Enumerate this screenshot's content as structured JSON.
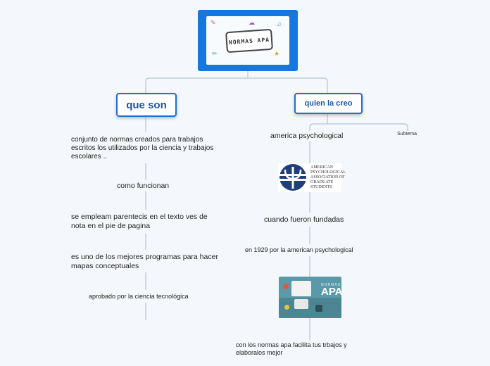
{
  "root": {
    "image_text": "NORMAS APA",
    "image_name": "normas-apa-illustration"
  },
  "left": {
    "title": "que son",
    "items": [
      "conjunto de normas creados para trabajos escritos los utilizados por la ciencia y trabajos escolares ..",
      "como funcionan",
      "se empleam parentecis en el texto ves de nota en el pie de pagina",
      "es uno de los mejores programas para hacer mapas conceptuales",
      "aprobado por la ciencia tecnológica"
    ]
  },
  "right": {
    "title": "quien la creo",
    "subtema": "Subtema",
    "items": [
      "america psychological",
      "cuando fueron fundadas",
      "en 1929 por la american psychological",
      "con los normas apa facilita tus trbajos y elaboralos mejor"
    ],
    "logo_lines": [
      "AMERICAN",
      "PSYCHOLOGICAL",
      "ASSOCIATION OF",
      "GRADUATE",
      "STUDENTS"
    ],
    "apa_image_text": "APA",
    "apa_image_small": "NORMAS"
  },
  "colors": {
    "accent": "#1677e0",
    "border": "#1e6fd6",
    "line": "#b8c4d0"
  }
}
